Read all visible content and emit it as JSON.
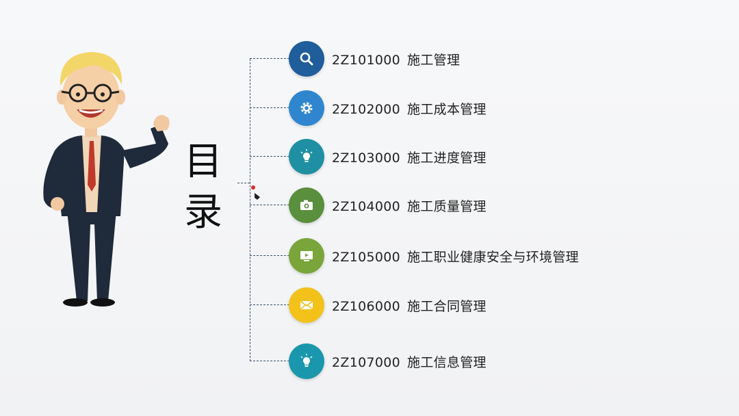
{
  "title": {
    "line1": "目",
    "line2": "录"
  },
  "items": [
    {
      "code": "2Z101000",
      "name": "施工管理",
      "color": "#1f5d9b",
      "icon": "search-icon"
    },
    {
      "code": "2Z102000",
      "name": "施工成本管理",
      "color": "#2f86cf",
      "icon": "gear-icon"
    },
    {
      "code": "2Z103000",
      "name": "施工进度管理",
      "color": "#1f8fa3",
      "icon": "lightbulb-icon"
    },
    {
      "code": "2Z104000",
      "name": "施工质量管理",
      "color": "#5a8f3d",
      "icon": "camera-icon"
    },
    {
      "code": "2Z105000",
      "name": "施工职业健康安全与环境管理",
      "color": "#79a53b",
      "icon": "monitor-play-icon"
    },
    {
      "code": "2Z106000",
      "name": "施工合同管理",
      "color": "#f2c21b",
      "icon": "envelope-icon"
    },
    {
      "code": "2Z107000",
      "name": "施工信息管理",
      "color": "#1a97ad",
      "icon": "lightbulb-icon"
    }
  ]
}
